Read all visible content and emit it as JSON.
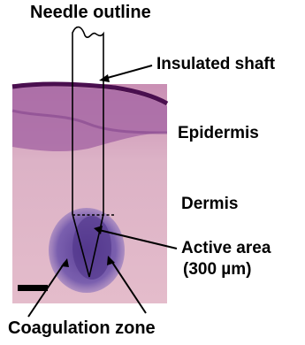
{
  "labels": {
    "needle_outline": "Needle outline",
    "insulated_shaft": "Insulated shaft",
    "epidermis": "Epidermis",
    "dermis": "Dermis",
    "active_area_line1": "Active area",
    "active_area_line2": "(300 µm)",
    "coagulation_zone": "Coagulation zone"
  },
  "colors": {
    "epidermis": "#5a1a5e",
    "dermis": "#e0b3c3",
    "coagulation": "#6a4aa0",
    "scale_bar": "#000000"
  }
}
